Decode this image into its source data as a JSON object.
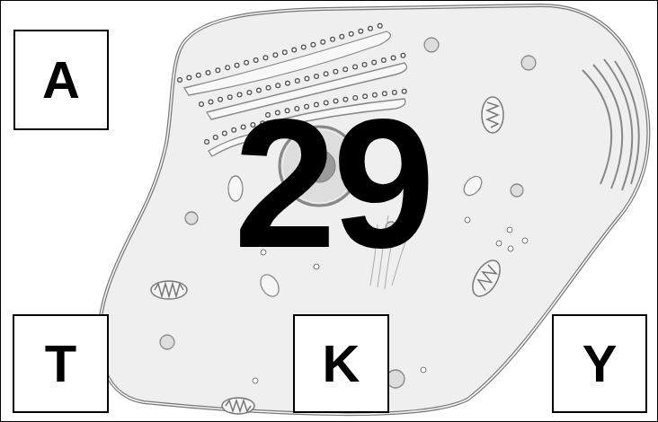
{
  "diagram": {
    "nodes": [
      {
        "text": [
          "A"
        ]
      },
      {
        "text": [
          "T"
        ]
      },
      {
        "text": [
          "K"
        ]
      },
      {
        "text": [
          "Y"
        ]
      }
    ],
    "labels": [
      "29"
    ]
  }
}
